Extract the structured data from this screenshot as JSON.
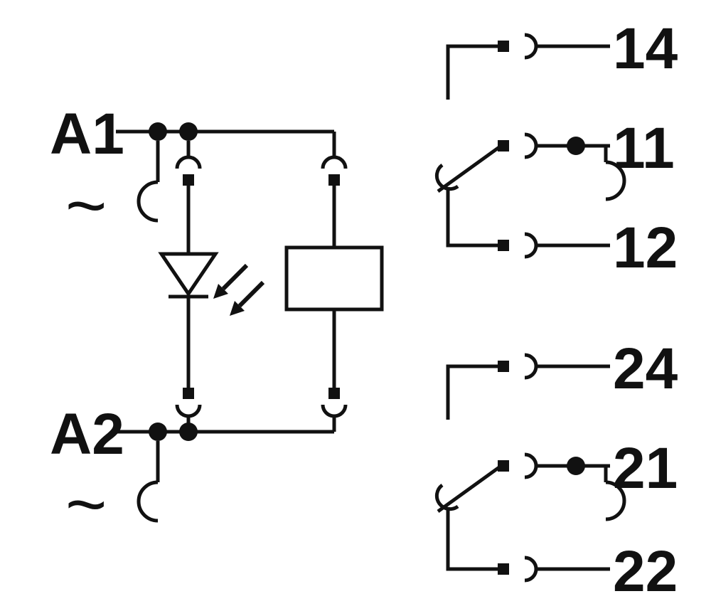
{
  "diagram": {
    "coil_section": {
      "terminal_a1": "A1",
      "terminal_a2": "A2",
      "ac_symbol_a1": "~",
      "ac_symbol_a2": "~"
    },
    "contact_section": {
      "changeover_1": {
        "no_terminal": "14",
        "com_terminal": "11",
        "nc_terminal": "12"
      },
      "changeover_2": {
        "no_terminal": "24",
        "com_terminal": "21",
        "nc_terminal": "22"
      }
    },
    "colors": {
      "line": "#111111",
      "background": "#ffffff"
    }
  }
}
